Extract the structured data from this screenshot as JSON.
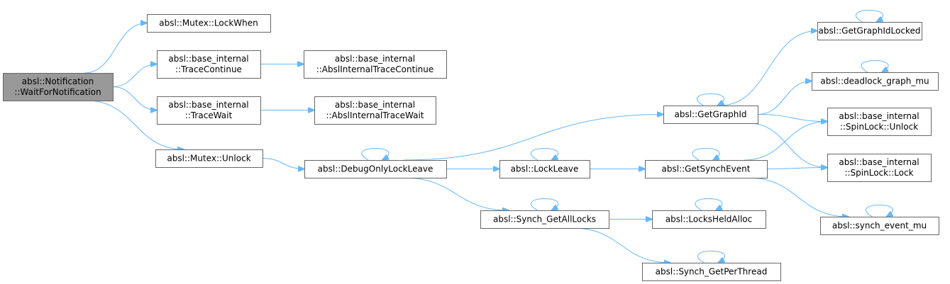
{
  "colors": {
    "edge": "#63b8ff",
    "node_border": "#666666",
    "node_fill": "#ffffff",
    "root_fill": "#999999",
    "text": "#000000"
  },
  "nodes": [
    {
      "id": "wait_for_notification",
      "lines": [
        "absl::Notification",
        "::WaitForNotification"
      ],
      "root": true
    },
    {
      "id": "mutex_lockwhen",
      "lines": [
        "absl::Mutex::LockWhen"
      ]
    },
    {
      "id": "trace_continue",
      "lines": [
        "absl::base_internal",
        "::TraceContinue"
      ]
    },
    {
      "id": "absl_internal_trace_continue",
      "lines": [
        "absl::base_internal",
        "::AbslInternalTraceContinue"
      ]
    },
    {
      "id": "trace_wait",
      "lines": [
        "absl::base_internal",
        "::TraceWait"
      ]
    },
    {
      "id": "absl_internal_trace_wait",
      "lines": [
        "absl::base_internal",
        "::AbslInternalTraceWait"
      ]
    },
    {
      "id": "mutex_unlock",
      "lines": [
        "absl::Mutex::Unlock"
      ]
    },
    {
      "id": "debug_only_lock_leave",
      "lines": [
        "absl::DebugOnlyLockLeave"
      ]
    },
    {
      "id": "lock_leave",
      "lines": [
        "absl::LockLeave"
      ]
    },
    {
      "id": "synch_get_all_locks",
      "lines": [
        "absl::Synch_GetAllLocks"
      ]
    },
    {
      "id": "get_graph_id",
      "lines": [
        "absl::GetGraphId"
      ]
    },
    {
      "id": "get_synch_event",
      "lines": [
        "absl::GetSynchEvent"
      ]
    },
    {
      "id": "locks_held_alloc",
      "lines": [
        "absl::LocksHeldAlloc"
      ]
    },
    {
      "id": "synch_get_per_thread",
      "lines": [
        "absl::Synch_GetPerThread"
      ]
    },
    {
      "id": "get_graph_id_locked",
      "lines": [
        "absl::GetGraphIdLocked"
      ]
    },
    {
      "id": "deadlock_graph_mu",
      "lines": [
        "absl::deadlock_graph_mu"
      ]
    },
    {
      "id": "spinlock_unlock",
      "lines": [
        "absl::base_internal",
        "::SpinLock::Unlock"
      ]
    },
    {
      "id": "spinlock_lock",
      "lines": [
        "absl::base_internal",
        "::SpinLock::Lock"
      ]
    },
    {
      "id": "synch_event_mu",
      "lines": [
        "absl::synch_event_mu"
      ]
    }
  ],
  "edges": [
    {
      "from": "wait_for_notification",
      "to": "mutex_lockwhen"
    },
    {
      "from": "wait_for_notification",
      "to": "trace_continue"
    },
    {
      "from": "wait_for_notification",
      "to": "trace_wait"
    },
    {
      "from": "wait_for_notification",
      "to": "mutex_unlock"
    },
    {
      "from": "trace_continue",
      "to": "absl_internal_trace_continue"
    },
    {
      "from": "trace_wait",
      "to": "absl_internal_trace_wait"
    },
    {
      "from": "mutex_unlock",
      "to": "debug_only_lock_leave"
    },
    {
      "from": "debug_only_lock_leave",
      "to": "debug_only_lock_leave"
    },
    {
      "from": "debug_only_lock_leave",
      "to": "get_graph_id"
    },
    {
      "from": "debug_only_lock_leave",
      "to": "lock_leave"
    },
    {
      "from": "debug_only_lock_leave",
      "to": "synch_get_all_locks"
    },
    {
      "from": "lock_leave",
      "to": "lock_leave"
    },
    {
      "from": "lock_leave",
      "to": "get_synch_event"
    },
    {
      "from": "synch_get_all_locks",
      "to": "synch_get_all_locks"
    },
    {
      "from": "synch_get_all_locks",
      "to": "locks_held_alloc"
    },
    {
      "from": "synch_get_all_locks",
      "to": "synch_get_per_thread"
    },
    {
      "from": "get_graph_id",
      "to": "get_graph_id"
    },
    {
      "from": "get_graph_id",
      "to": "get_graph_id_locked"
    },
    {
      "from": "get_graph_id",
      "to": "deadlock_graph_mu"
    },
    {
      "from": "get_graph_id",
      "to": "spinlock_unlock"
    },
    {
      "from": "get_graph_id",
      "to": "spinlock_lock"
    },
    {
      "from": "get_synch_event",
      "to": "get_synch_event"
    },
    {
      "from": "get_synch_event",
      "to": "spinlock_unlock"
    },
    {
      "from": "get_synch_event",
      "to": "spinlock_lock"
    },
    {
      "from": "get_synch_event",
      "to": "synch_event_mu"
    },
    {
      "from": "locks_held_alloc",
      "to": "locks_held_alloc"
    },
    {
      "from": "synch_get_per_thread",
      "to": "synch_get_per_thread"
    },
    {
      "from": "get_graph_id_locked",
      "to": "get_graph_id_locked"
    },
    {
      "from": "deadlock_graph_mu",
      "to": "deadlock_graph_mu"
    },
    {
      "from": "synch_event_mu",
      "to": "synch_event_mu"
    }
  ]
}
